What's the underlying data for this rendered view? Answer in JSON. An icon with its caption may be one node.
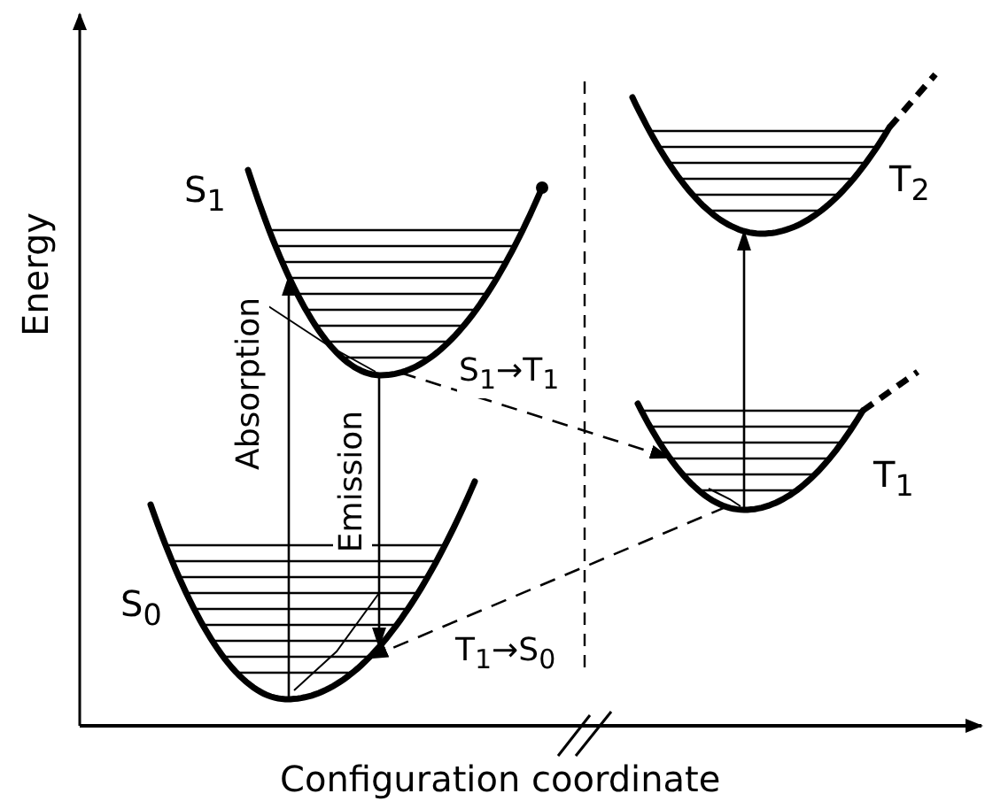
{
  "diagram": {
    "nodes": [
      {
        "text": [
          "S$_{1}$"
        ]
      },
      {
        "text": [
          "T$_{2}$"
        ]
      },
      {
        "text": [
          "T$_{1}$"
        ]
      },
      {
        "text": [
          "S$_{0}$"
        ]
      }
    ],
    "edges": [
      {
        "from": 3,
        "to": 0,
        "arrow": "to",
        "label": "Absorption"
      },
      {
        "from": 0,
        "to": 3,
        "arrow": "to",
        "label": "Emission"
      },
      {
        "from": 0,
        "to": 2,
        "arrow": "to",
        "label": "S$_{1}$→T$_{1}$",
        "style": "dashed"
      },
      {
        "from": 2,
        "to": 3,
        "arrow": "to",
        "label": "T$_{1}$→S$_{0}$",
        "style": "dashed"
      },
      {
        "from": 2,
        "to": 1,
        "arrow": "to"
      }
    ],
    "labels": [
      "Energy",
      "Configuration coordinate"
    ]
  }
}
